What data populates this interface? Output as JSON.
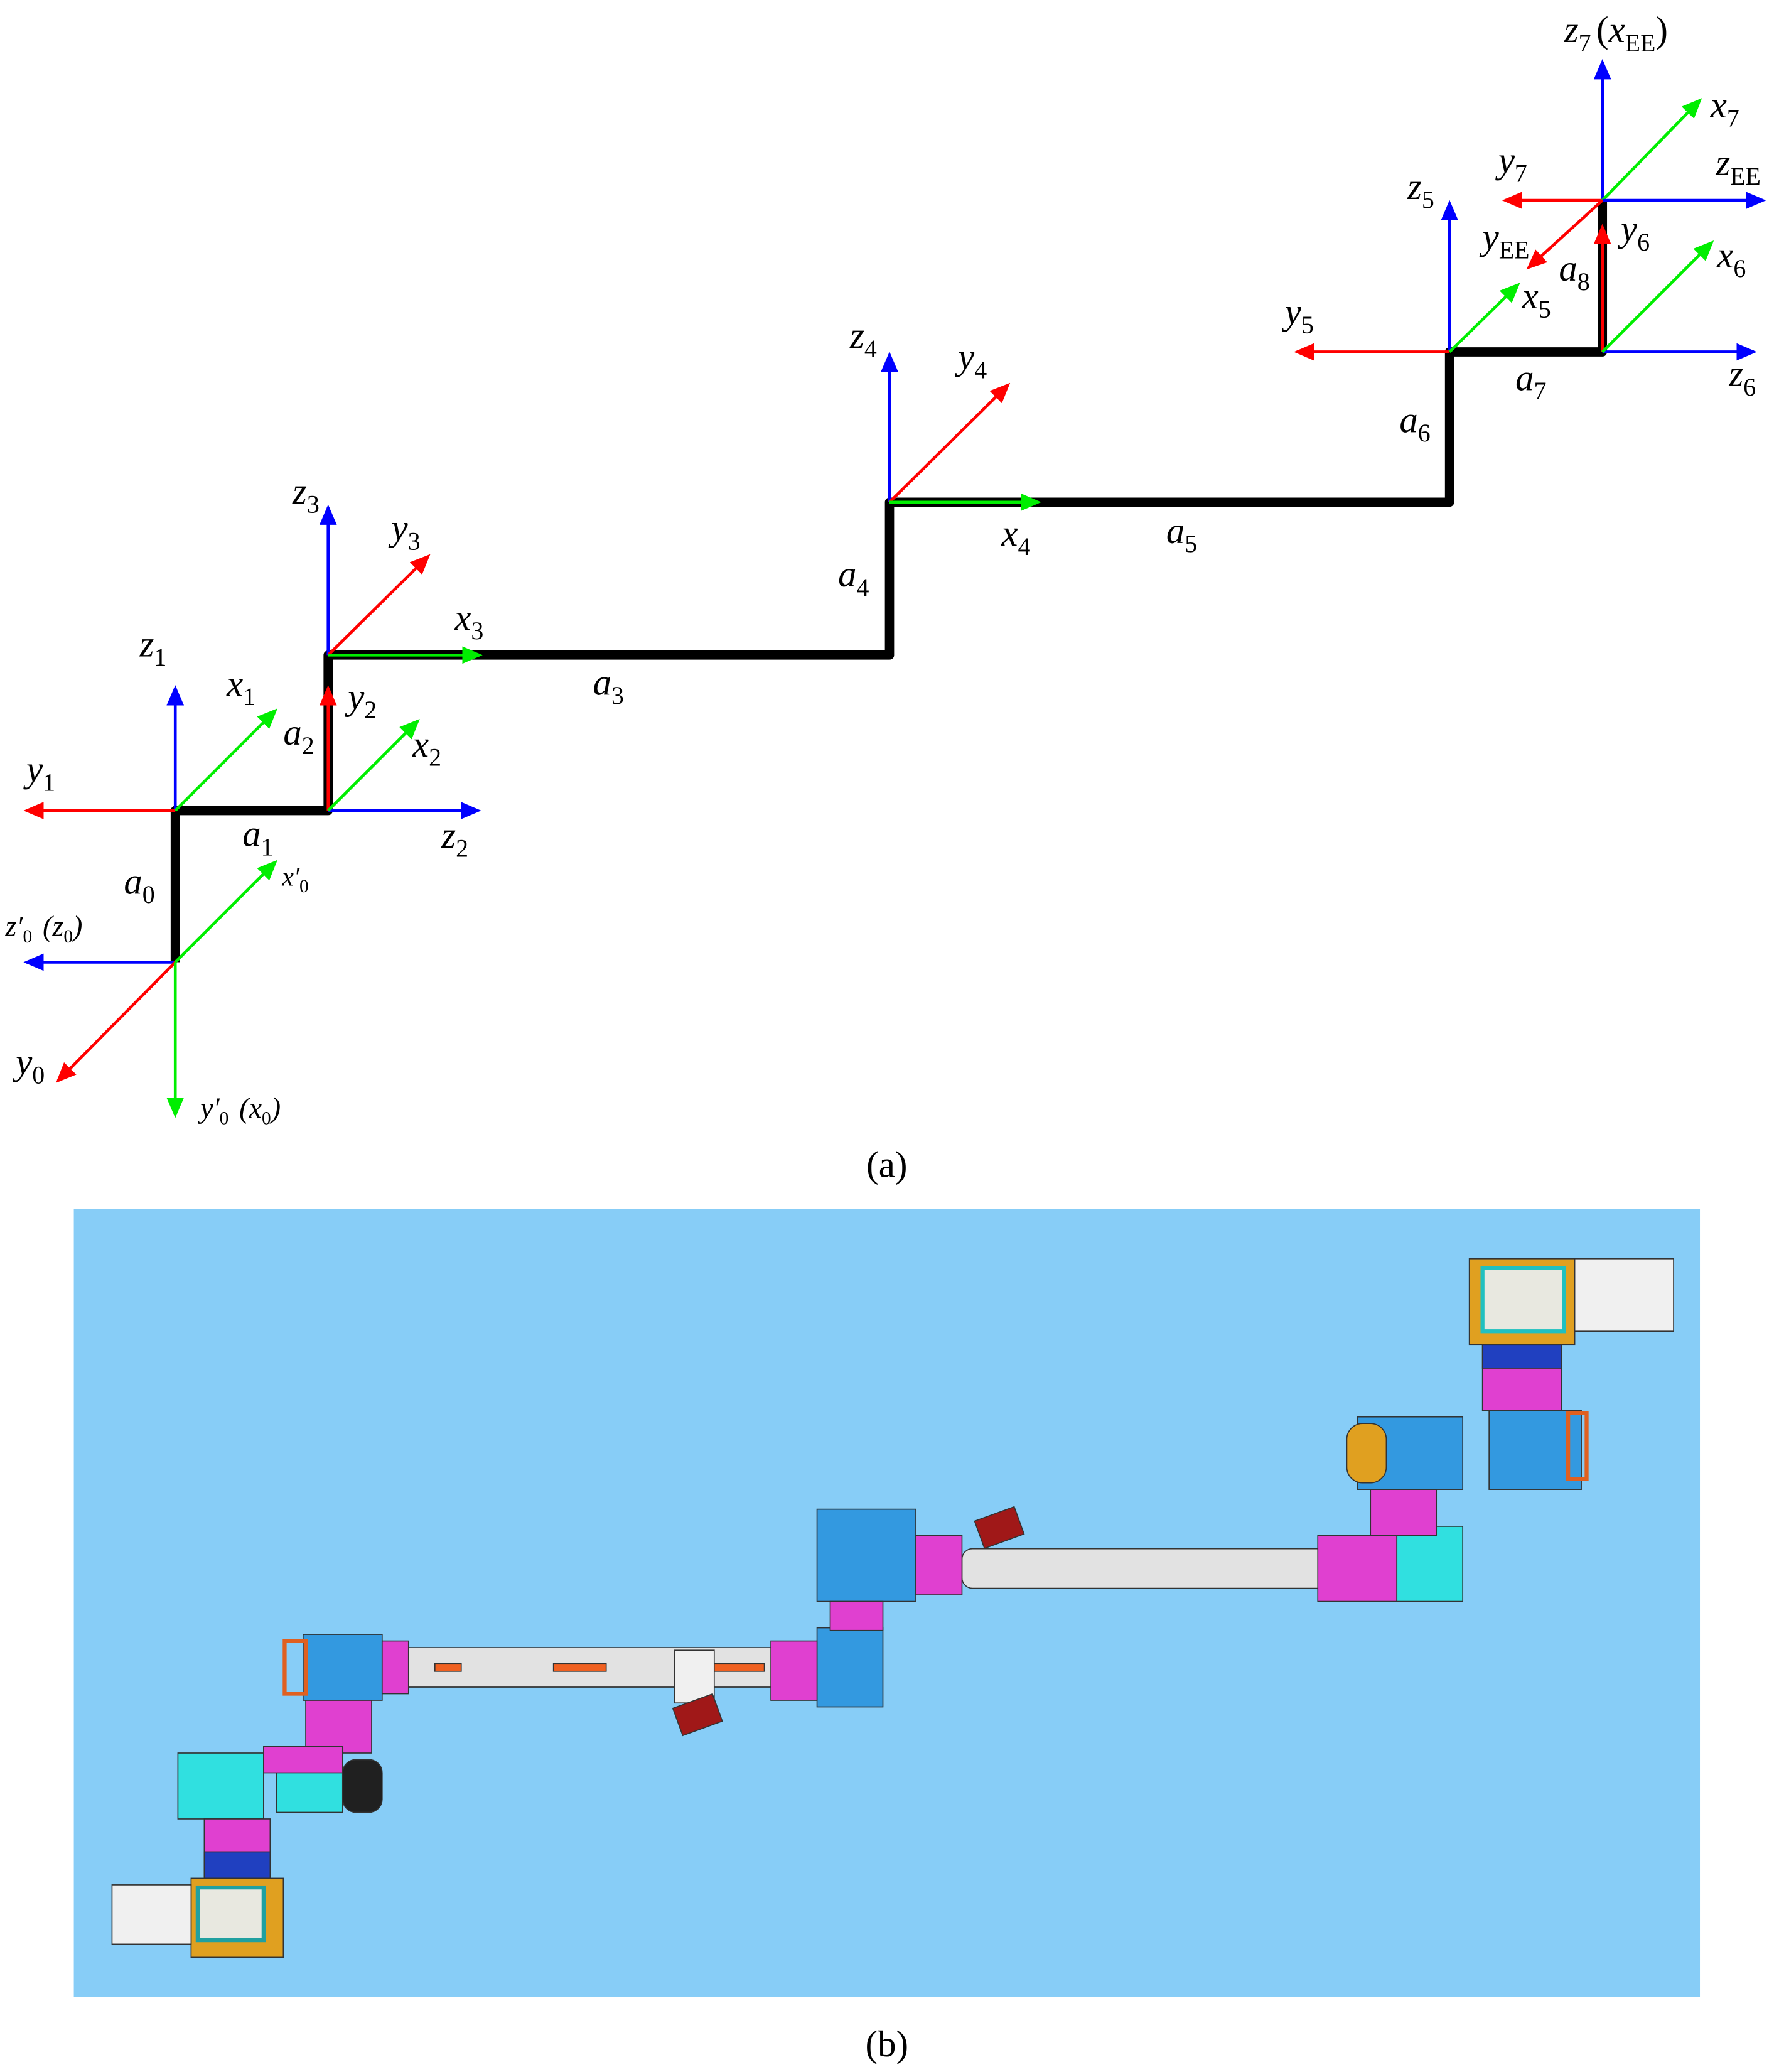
{
  "colors": {
    "x_axis": "#00ee00",
    "y_axis": "#ff0000",
    "z_axis": "#0000ff",
    "link": "#000000",
    "panel_bg": "#87cdf7"
  },
  "panel_a": {
    "caption": "(a)",
    "links": [
      {
        "main": "a",
        "sub": "0"
      },
      {
        "main": "a",
        "sub": "1"
      },
      {
        "main": "a",
        "sub": "2"
      },
      {
        "main": "a",
        "sub": "3"
      },
      {
        "main": "a",
        "sub": "4"
      },
      {
        "main": "a",
        "sub": "5"
      },
      {
        "main": "a",
        "sub": "6"
      },
      {
        "main": "a",
        "sub": "7"
      },
      {
        "main": "a",
        "sub": "8"
      }
    ],
    "axes": {
      "z0p": {
        "main": "z′",
        "sub": "0",
        "extra": "(z",
        "extra_sub": "0",
        "close": ")"
      },
      "y0": {
        "main": "y",
        "sub": "0"
      },
      "y0p": {
        "main": "y′",
        "sub": "0",
        "extra": "(x",
        "extra_sub": "0",
        "close": ")"
      },
      "x0p": {
        "main": "x′",
        "sub": "0"
      },
      "z1": {
        "main": "z",
        "sub": "1"
      },
      "y1": {
        "main": "y",
        "sub": "1"
      },
      "x1": {
        "main": "x",
        "sub": "1"
      },
      "z2": {
        "main": "z",
        "sub": "2"
      },
      "y2": {
        "main": "y",
        "sub": "2"
      },
      "x2": {
        "main": "x",
        "sub": "2"
      },
      "z3": {
        "main": "z",
        "sub": "3"
      },
      "y3": {
        "main": "y",
        "sub": "3"
      },
      "x3": {
        "main": "x",
        "sub": "3"
      },
      "z4": {
        "main": "z",
        "sub": "4"
      },
      "y4": {
        "main": "y",
        "sub": "4"
      },
      "x4": {
        "main": "x",
        "sub": "4"
      },
      "z5": {
        "main": "z",
        "sub": "5"
      },
      "y5": {
        "main": "y",
        "sub": "5"
      },
      "x5": {
        "main": "x",
        "sub": "5"
      },
      "z6": {
        "main": "z",
        "sub": "6"
      },
      "y6": {
        "main": "y",
        "sub": "6"
      },
      "x6": {
        "main": "x",
        "sub": "6"
      },
      "z7": {
        "main": "z",
        "sub": "7",
        "extra": "(x",
        "extra_sub": "EE",
        "close": ")"
      },
      "y7": {
        "main": "y",
        "sub": "7"
      },
      "x7": {
        "main": "x",
        "sub": "7"
      },
      "zEE": {
        "main": "z",
        "sub": "EE"
      },
      "yEE": {
        "main": "y",
        "sub": "EE"
      }
    }
  },
  "panel_b": {
    "caption": "(b)"
  }
}
